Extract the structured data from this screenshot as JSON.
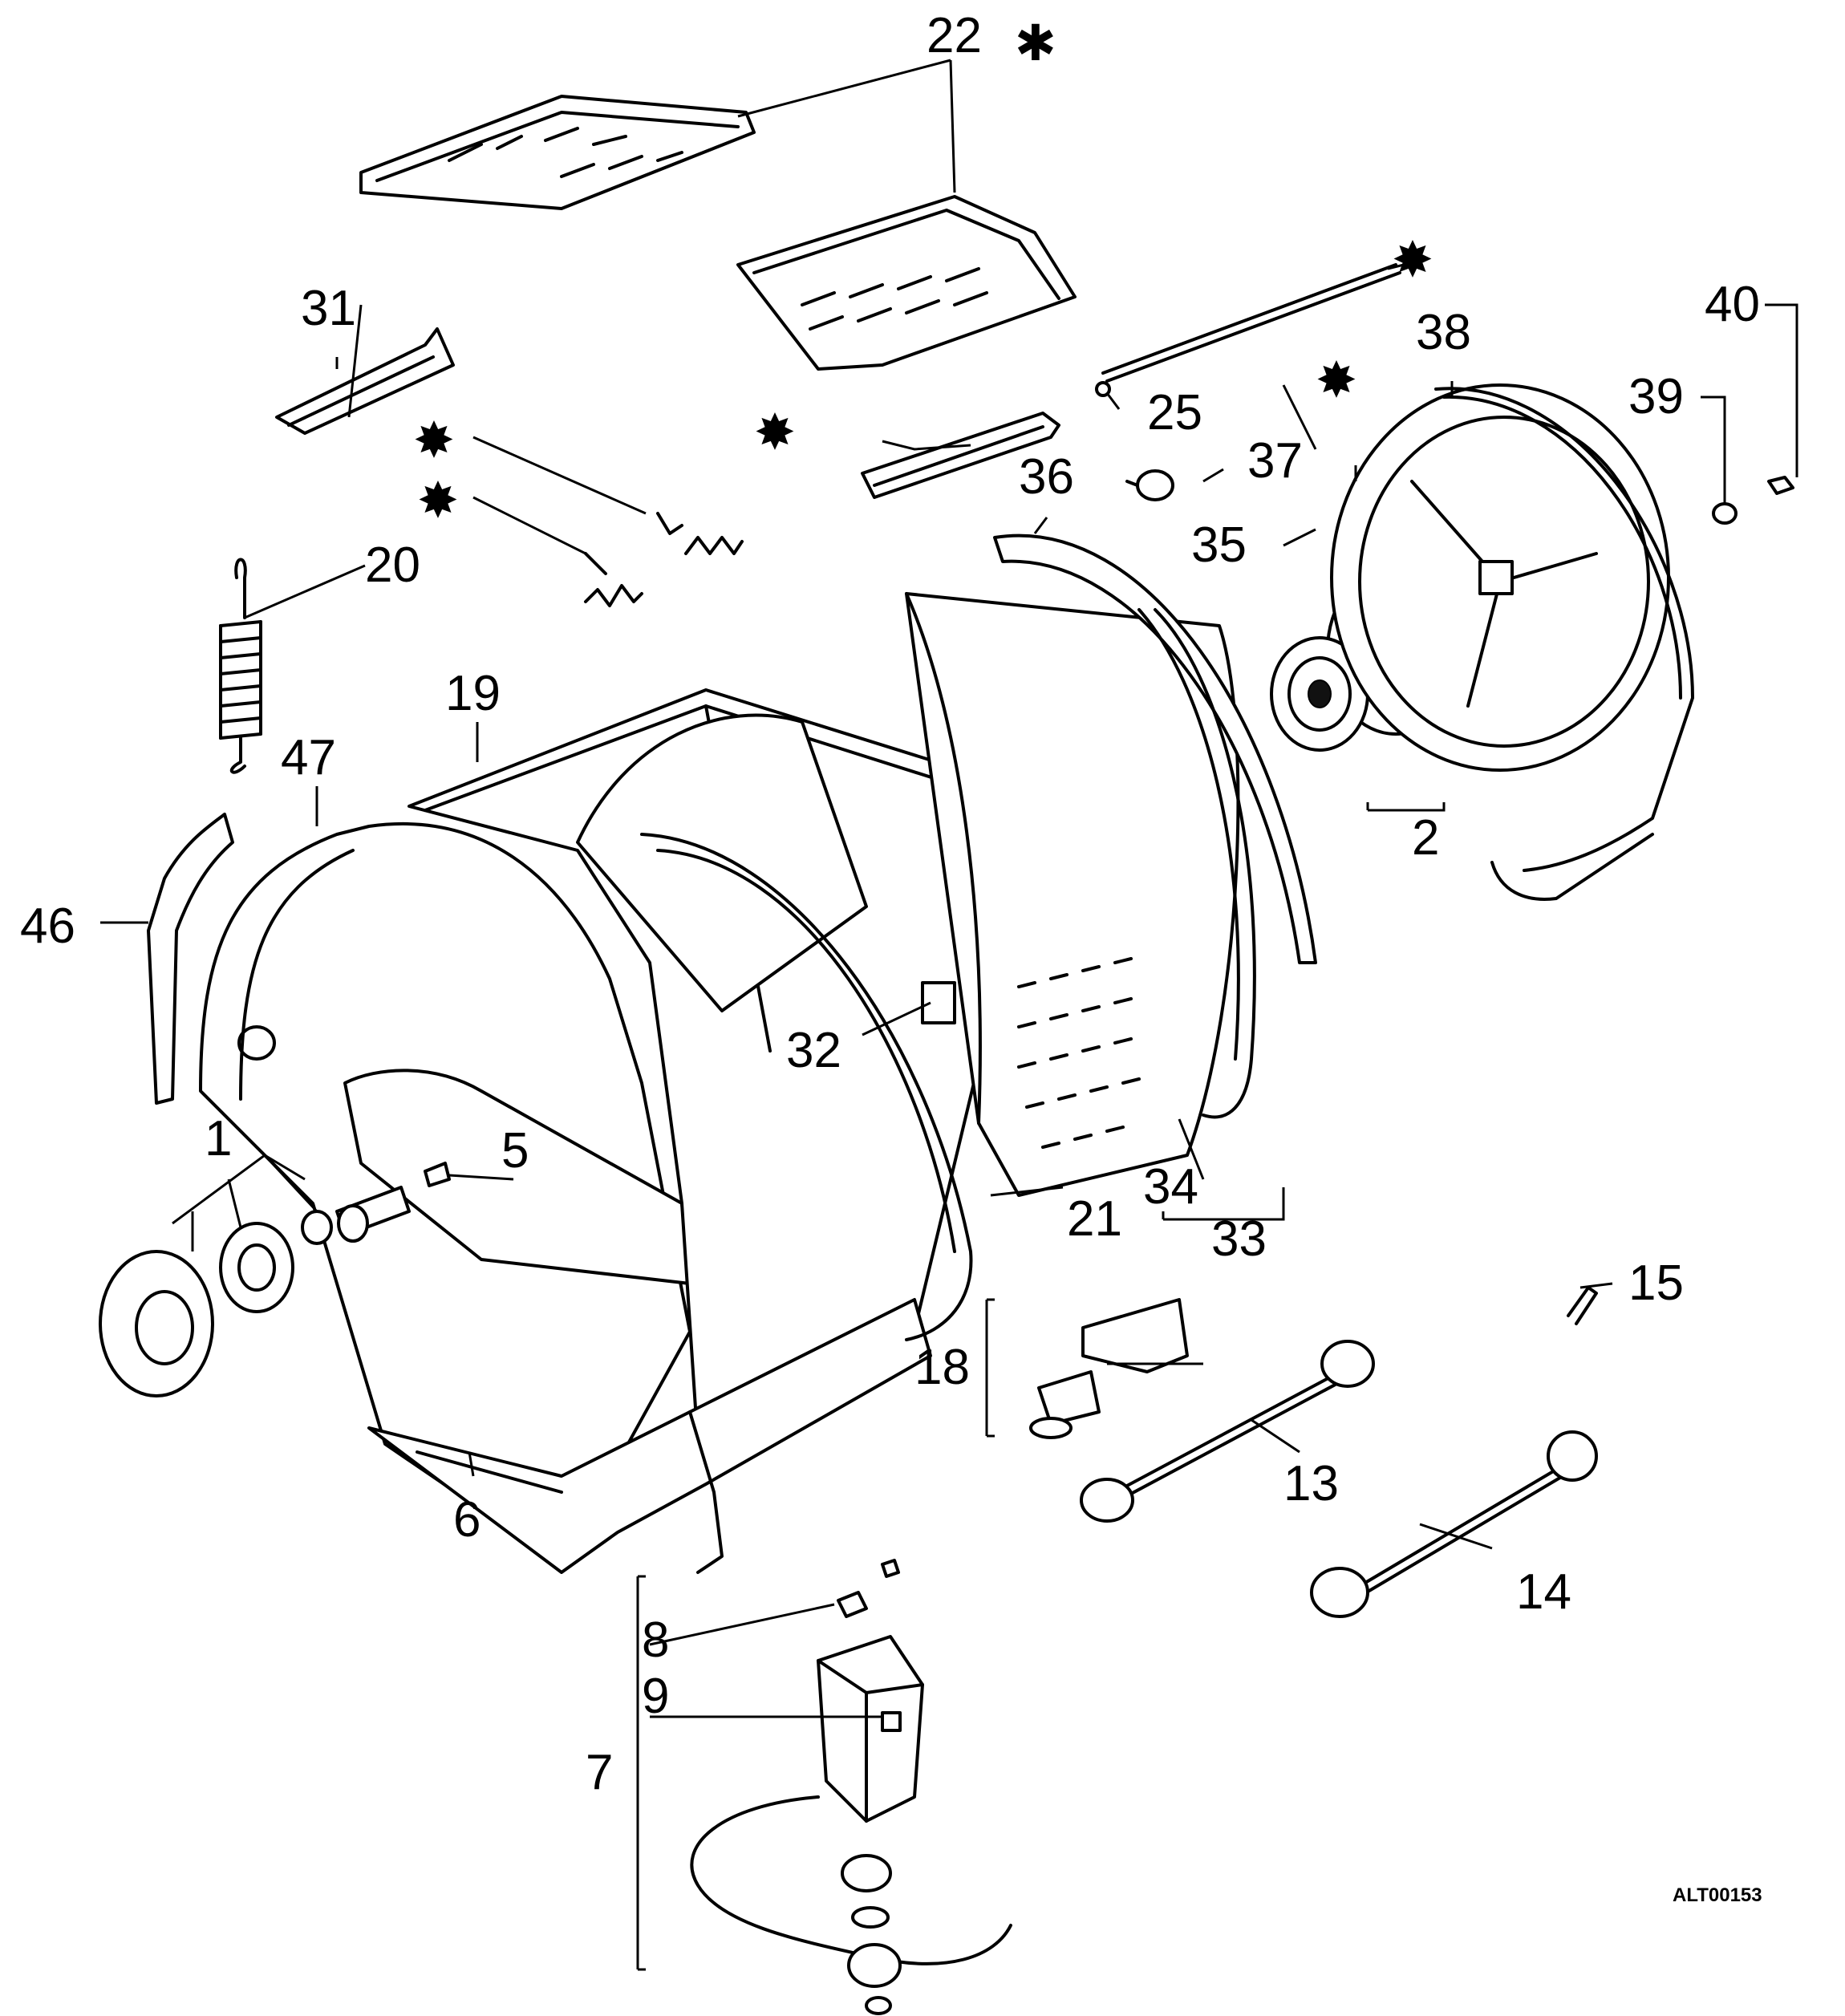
{
  "labels": {
    "l1": "1",
    "l2": "2",
    "l5": "5",
    "l6": "6",
    "l7": "7",
    "l8": "8",
    "l9": "9",
    "l13": "13",
    "l14": "14",
    "l15": "15",
    "l18": "18",
    "l19": "19",
    "l20": "20",
    "l21": "21",
    "l22": "22",
    "l25": "25",
    "l31": "31",
    "l32": "32",
    "l33": "33",
    "l34": "34",
    "l35": "35",
    "l36": "36",
    "l37": "37",
    "l38": "38",
    "l39": "39",
    "l40": "40",
    "l46": "46",
    "l47": "47"
  },
  "diagram_code": "ALT00153"
}
